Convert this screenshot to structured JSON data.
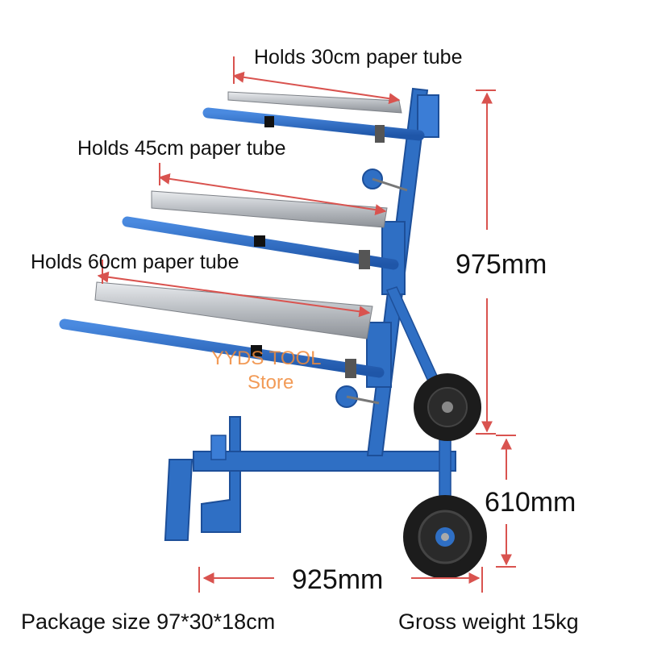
{
  "labels": {
    "tube_30": "Holds 30cm paper tube",
    "tube_45": "Holds 45cm paper tube",
    "tube_60": "Holds 60cm paper tube",
    "height_total": "975mm",
    "height_lower": "610mm",
    "width": "925mm",
    "package_size": "Package size 97*30*18cm",
    "gross_weight": "Gross weight 15kg"
  },
  "watermark": {
    "line1": "YYDS TOOL",
    "line2": "Store"
  },
  "colors": {
    "frame_blue": "#2f6fc4",
    "frame_blue_dark": "#1d4f99",
    "blade_silver": "#c9ccd0",
    "dimension_red": "#d9534f",
    "wheel_black": "#1c1c1c",
    "watermark_orange": "#f08a3a"
  }
}
